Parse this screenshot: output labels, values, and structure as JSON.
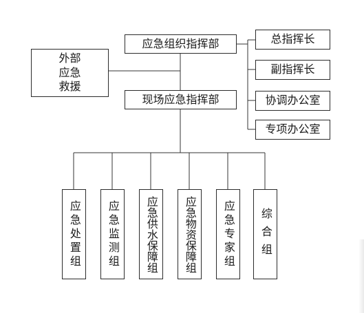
{
  "boxes": {
    "command_hq": "应急组织指挥部",
    "onsite_hq": "现场应急指挥部",
    "external_lines": [
      "外部",
      "应急",
      "救援"
    ],
    "commander_in_chief": "总指挥长",
    "deputy_commander": "副指挥长",
    "coordination_office": "协调办公室",
    "special_office": "专项办公室",
    "groups": [
      "应急处置组",
      "应急监测组",
      "应急供水保障组",
      "应急物资保障组",
      "应急专家组",
      "综合组"
    ]
  },
  "colors": {
    "line": "#333333",
    "border": "#2a2a2a",
    "background": "#ffffff"
  }
}
